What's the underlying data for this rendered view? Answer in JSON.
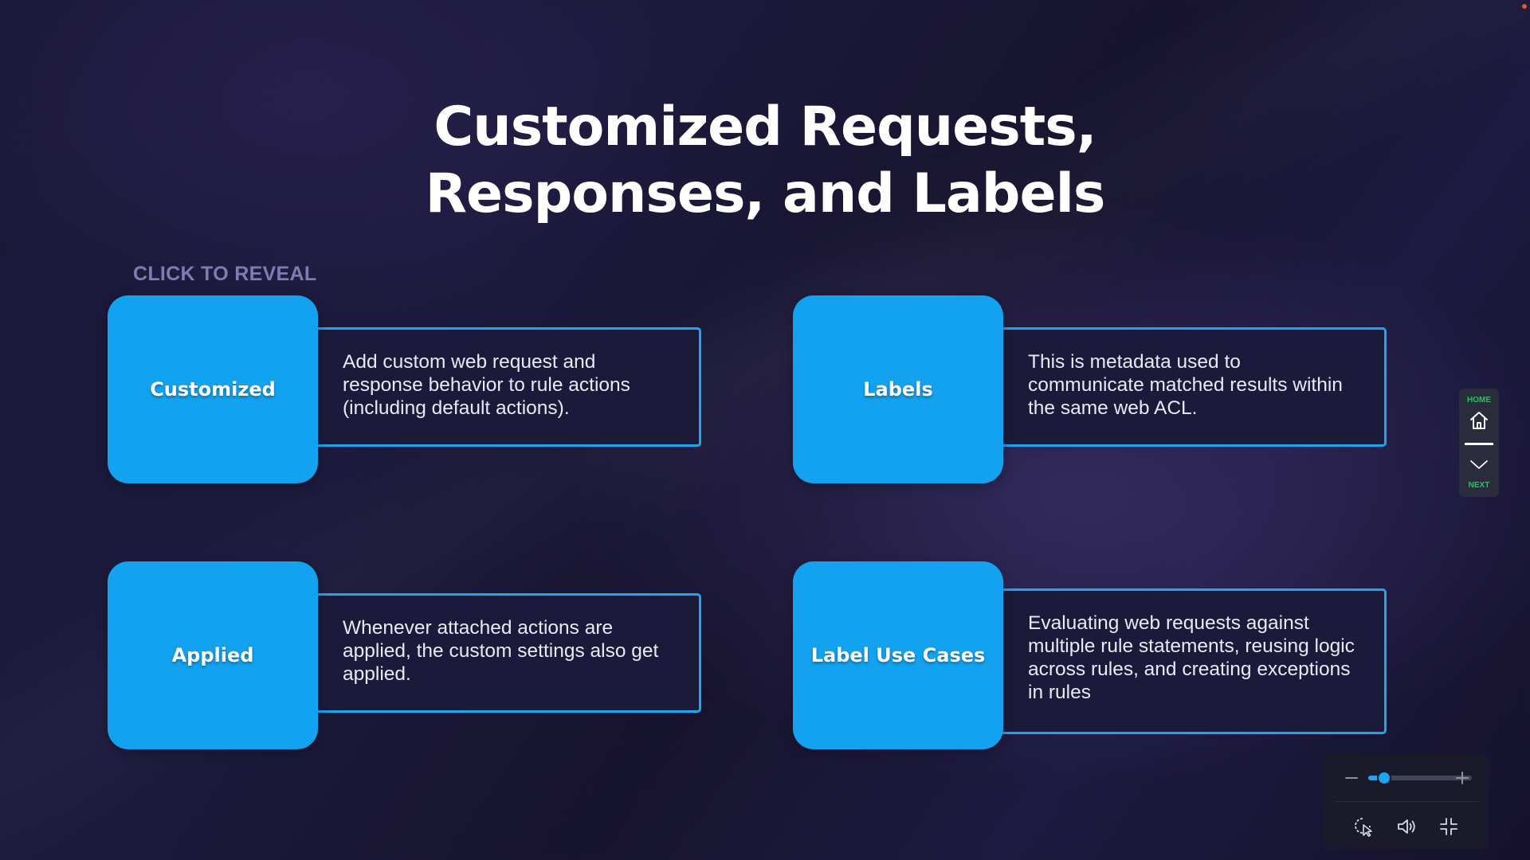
{
  "slide": {
    "title_lines": [
      "Customized Requests,",
      "Responses, and Labels"
    ],
    "reveal_hint": "CLICK TO REVEAL"
  },
  "cards": [
    {
      "tab_label": "Customized",
      "description": "Add custom web request and response behavior to rule actions (including default actions)."
    },
    {
      "tab_label": "Labels",
      "description": "This is metadata used to communicate matched results within the same web ACL."
    },
    {
      "tab_label": "Applied",
      "description": "Whenever attached actions are applied, the custom settings also get applied."
    },
    {
      "tab_label": "Label Use Cases",
      "description": "Evaluating web requests against multiple rule statements, reusing logic across rules, and creating exceptions in rules"
    }
  ],
  "side_nav": {
    "home_label": "HOME",
    "next_label": "NEXT",
    "home_icon": "home-icon",
    "next_icon": "chevron-down-icon"
  },
  "player": {
    "zoom_level": 0.15,
    "zoom_out_icon": "minus-icon",
    "zoom_in_icon": "plus-icon",
    "controls": [
      "pointer-icon",
      "volume-icon",
      "exit-fullscreen-icon"
    ]
  },
  "colors": {
    "accent": "#12a2f0",
    "card_border": "#1ba6ee",
    "hint": "#7d7cb3",
    "nav_label": "#22c55e",
    "background": "#1b1838"
  }
}
